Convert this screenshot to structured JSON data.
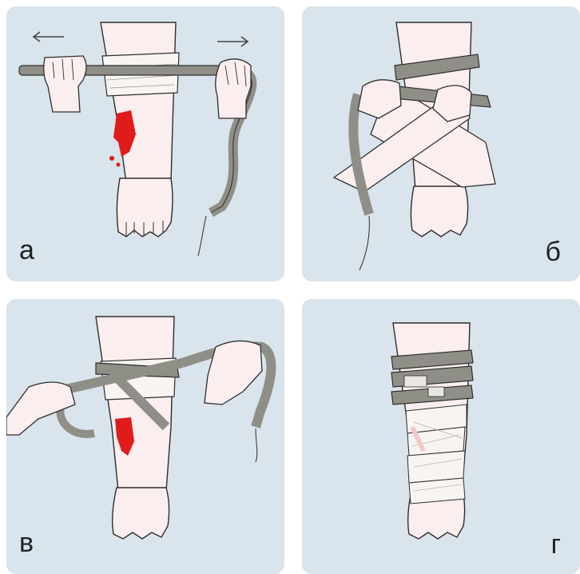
{
  "colors": {
    "panel_bg": "#d9e4ec",
    "skin": "#fbeeee",
    "outline": "#2e2e2e",
    "tourniquet": "#8f8f88",
    "bandage": "#f7f4f2",
    "blood": "#e01b1b",
    "note": "#e9e6e2"
  },
  "panels": [
    {
      "label": "а"
    },
    {
      "label": "б"
    },
    {
      "label": "в"
    },
    {
      "label": "г"
    }
  ]
}
